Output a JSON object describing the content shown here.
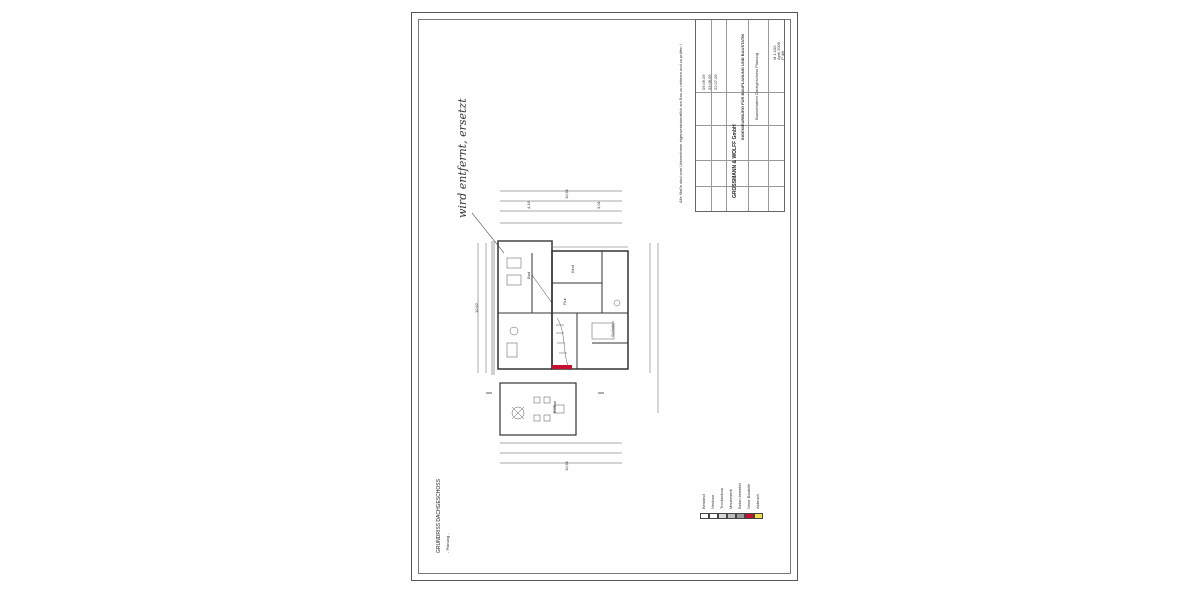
{
  "sheet": {
    "drawing_title": "GRUNDRISS DACHGESCHOSS",
    "drawing_subtitle": "- Planung -",
    "handwritten_note": "wird entfernt, ersetzt",
    "side_note": "Alle Maße sind vom Unternehmer eigenverantwortlich am Bau zu nehmen und zu prüfen !"
  },
  "title_block": {
    "company": "GROSSMANN & WOLFF GmbH",
    "company_sub": "INGENIEURBÜRO FÜR BAUPLANUNG UND BAUSTATIK",
    "project": "Bauvorhaben Dachgeschoss Planung",
    "scale": "M 1:100",
    "date": "April 2009",
    "plan_no": "P 4/6",
    "index": "Index",
    "rev_dates": [
      "09.06.09",
      "03.08.09",
      "22.07.09"
    ]
  },
  "legend": [
    {
      "label": "Bestand",
      "color": "#ffffff"
    },
    {
      "label": "Neubau",
      "color": "#ffffff"
    },
    {
      "label": "Trockenbau",
      "color": "#d8d8d8"
    },
    {
      "label": "Mauerwerk",
      "color": "#bdbdbd"
    },
    {
      "label": "Beton bewehrt",
      "color": "#9a9a9a"
    },
    {
      "label": "Neue Bauteile",
      "color": "#c8102e"
    },
    {
      "label": "Abbruch",
      "color": "#f2e04a"
    }
  ],
  "dimensions": {
    "total_width": "10,61",
    "left_part": "4,16",
    "right_part": "3,01",
    "height_left": "10,62",
    "bottom_total": "10,61"
  },
  "rooms": [
    "Bad",
    "Flur",
    "Kind",
    "Schlafen",
    "Balkon"
  ]
}
